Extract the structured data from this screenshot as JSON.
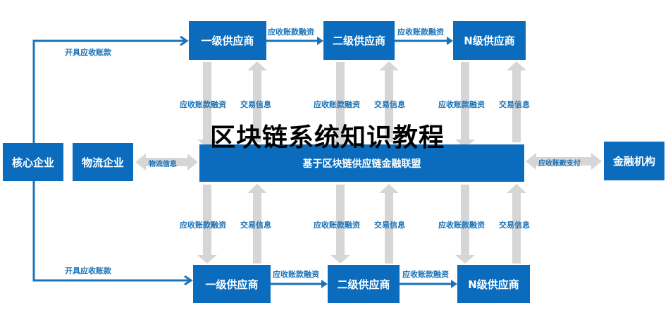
{
  "title": "区块链系统知识教程",
  "nodes": {
    "core_enterprise": "核心企业",
    "logistics_enterprise": "物流企业",
    "alliance": "基于区块链供应链金融联盟",
    "financial_institution": "金融机构",
    "top_tier1": "一级供应商",
    "top_tier2": "二级供应商",
    "top_tierN": "N级供应商",
    "bottom_tier1": "一级供应商",
    "bottom_tier2": "二级供应商",
    "bottom_tierN": "N级供应商"
  },
  "edges": {
    "issue_receivables_top": "开具应收账款",
    "issue_receivables_bottom": "开具应收账款",
    "top_1_to_2": "应收账款融资",
    "top_2_to_N": "应收账款融资",
    "bottom_1_to_2": "应收账款融资",
    "bottom_2_to_N": "应收账款融资",
    "logistics_info": "物流信息",
    "receivables_payment": "应收账款支付",
    "vertical": [
      {
        "financing": "应收账款融资",
        "trade": "交易信息"
      },
      {
        "financing": "应收账款融资",
        "trade": "交易信息"
      },
      {
        "financing": "应收账款融资",
        "trade": "交易信息"
      },
      {
        "financing": "应收账款融资",
        "trade": "交易信息"
      },
      {
        "financing": "应收账款融资",
        "trade": "交易信息"
      },
      {
        "financing": "应收账款融资",
        "trade": "交易信息"
      }
    ]
  },
  "colors": {
    "box": "#0b6cbd",
    "label": "#1a73b8",
    "connector": "#d6d6d6"
  }
}
